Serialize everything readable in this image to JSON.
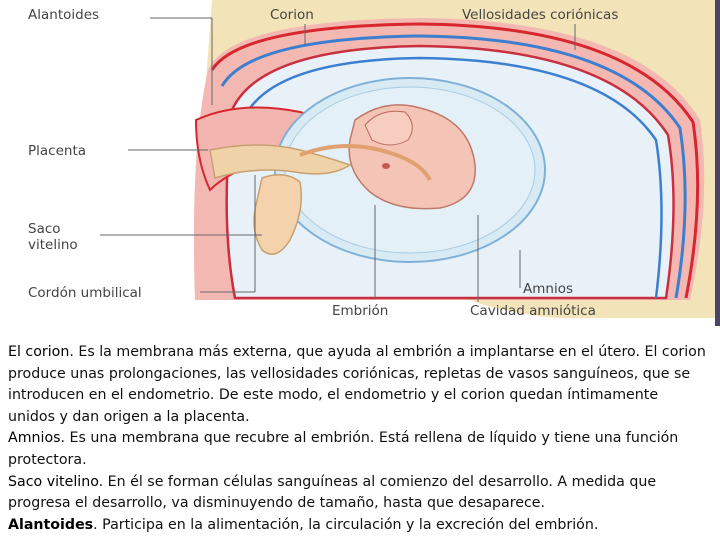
{
  "labels": {
    "alantoides": "Alantoides",
    "corion": "Corion",
    "vellosidades": "Vellosidades coriónicas",
    "placenta": "Placenta",
    "saco_line1": "Saco",
    "saco_line2": "vitelino",
    "cordon": "Cordón umbilical",
    "amnios": "Amnios",
    "embrion": "Embrión",
    "cavidad": "Cavidad amniótica"
  },
  "paragraphs": [
    {
      "term": "El corion",
      "text": ". Es la membrana más externa, que ayuda al embrión a implantarse en el útero. El corion produce unas prolongaciones, las vellosidades coriónicas, repletas de vasos sanguíneos, que se introducen en el endometrio. De este modo, el endometrio y el corion quedan íntimamente unidos y dan origen a la placenta."
    },
    {
      "term": "Amnios",
      "text": ". Es una membrana que recubre al embrión. Está rellena de líquido y tiene una función protectora."
    },
    {
      "term": "Saco vitelino",
      "text": ". En él se forman células sanguíneas al comienzo del desarrollo. A medida que progresa el desarrollo, va disminuyendo de tamaño, hasta que desaparece."
    },
    {
      "term": "Alantoides",
      "text": ". Participa en la alimentación, la circulación y la excreción del embrión."
    }
  ],
  "colors": {
    "uterus": "#f3e3b8",
    "villi": "#f0a3a8",
    "artery": "#d8262e",
    "vein": "#3c7fd0",
    "amniotic_fluid": "#d8eaf4",
    "embryo": "#f4c4b6",
    "right_bar": "#4b4466"
  }
}
